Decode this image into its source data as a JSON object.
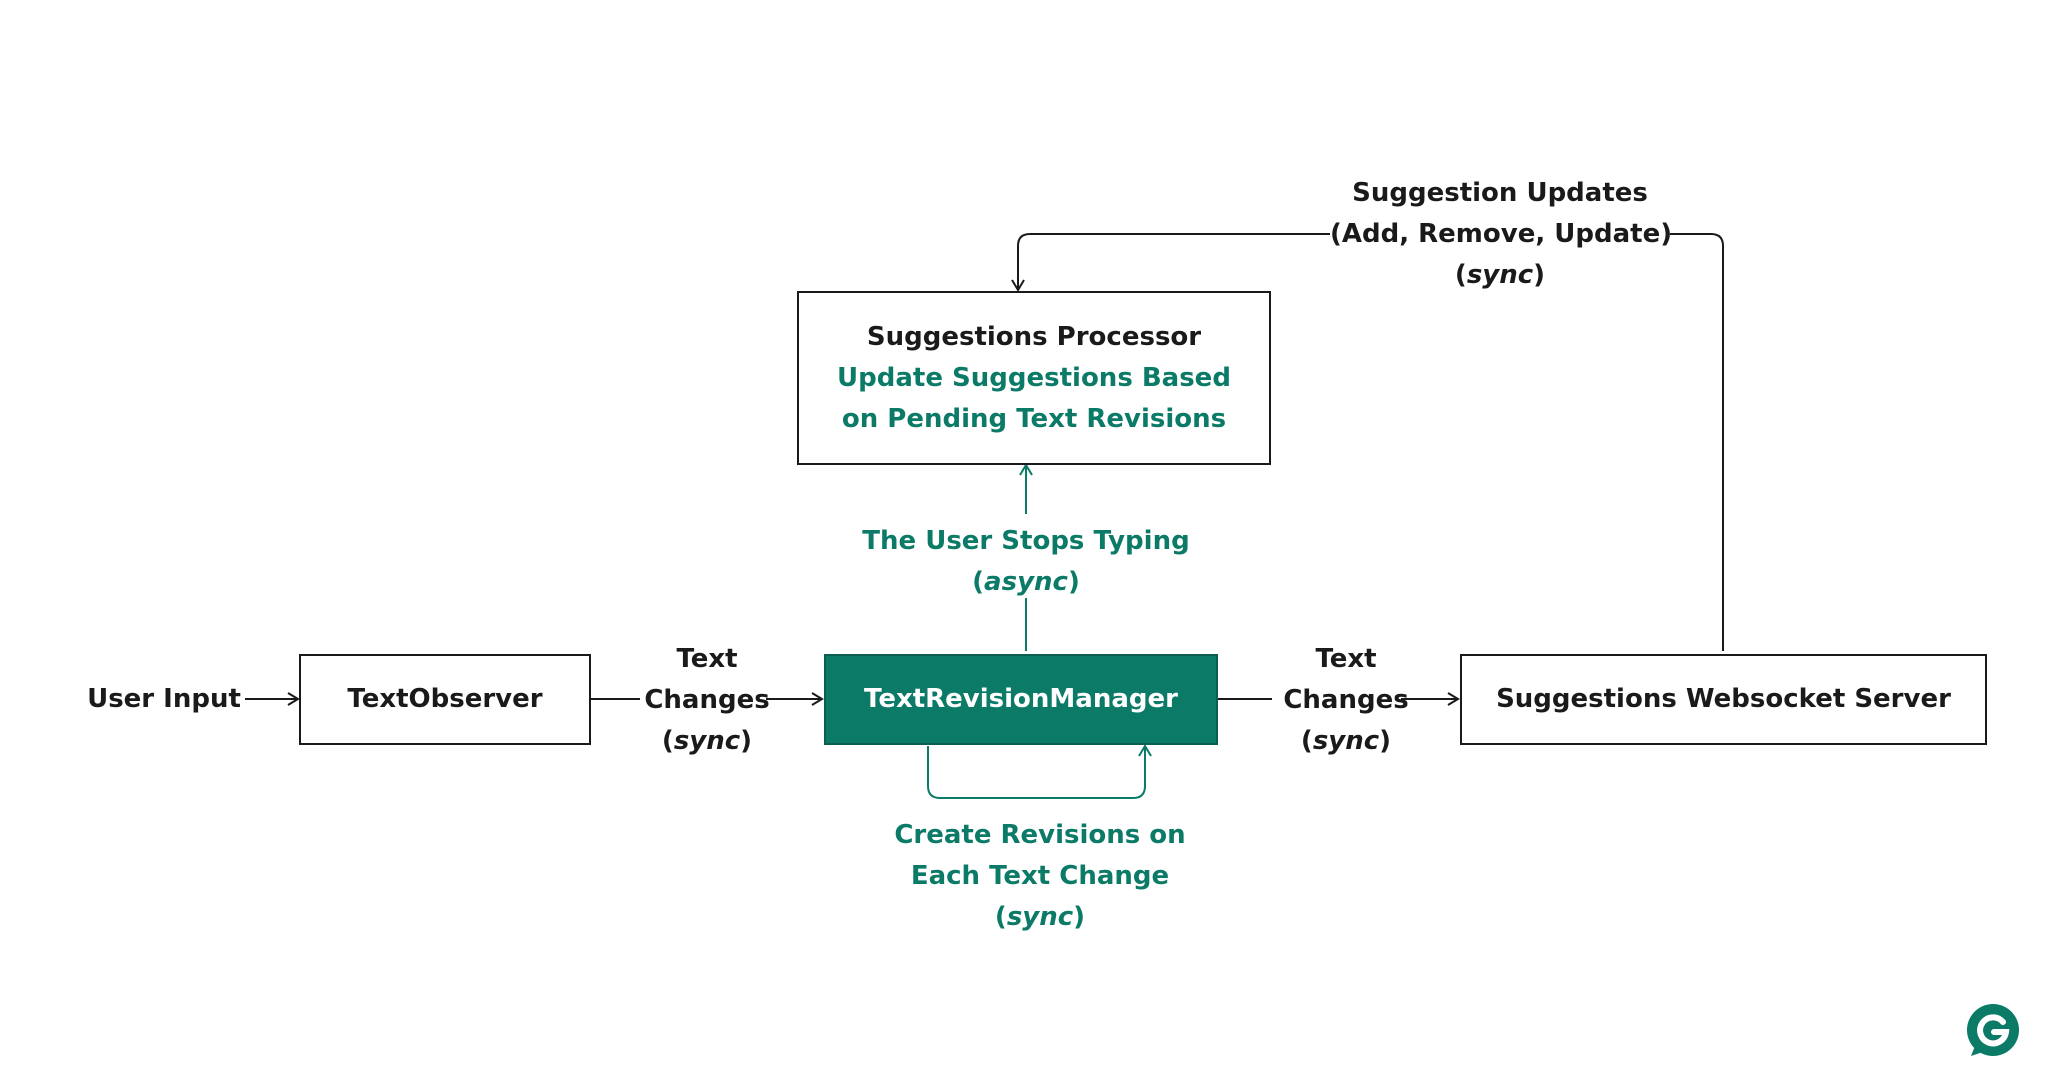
{
  "colors": {
    "accent": "#0b7a67",
    "line_dark": "#1a1a1a",
    "box_primary_fill": "#0b7a67"
  },
  "nodes": {
    "user_input": "User Input",
    "text_observer": "TextObserver",
    "text_revision_manager": "TextRevisionManager",
    "websocket_server": "Suggestions Websocket Server",
    "processor": {
      "title": "Suggestions Processor",
      "line1": "Update Suggestions Based",
      "line2": "on Pending Text Revisions"
    }
  },
  "edges": {
    "text_changes_left": {
      "line1": "Text",
      "line2": "Changes",
      "paren_open": "(",
      "mode": "sync",
      "paren_close": ")"
    },
    "text_changes_right": {
      "line1": "Text",
      "line2": "Changes",
      "paren_open": "(",
      "mode": "sync",
      "paren_close": ")"
    },
    "user_stops_typing": {
      "line1": "The User Stops Typing",
      "paren_open": "(",
      "mode": "async",
      "paren_close": ")"
    },
    "create_revisions": {
      "line1": "Create Revisions on",
      "line2": "Each Text Change",
      "paren_open": "(",
      "mode": "sync",
      "paren_close": ")"
    },
    "suggestion_updates": {
      "line1": "Suggestion Updates",
      "line2": "(Add, Remove, Update)",
      "paren_open": "(",
      "mode": "sync",
      "paren_close": ")"
    }
  },
  "logo_icon": "grammarly-g-logo"
}
